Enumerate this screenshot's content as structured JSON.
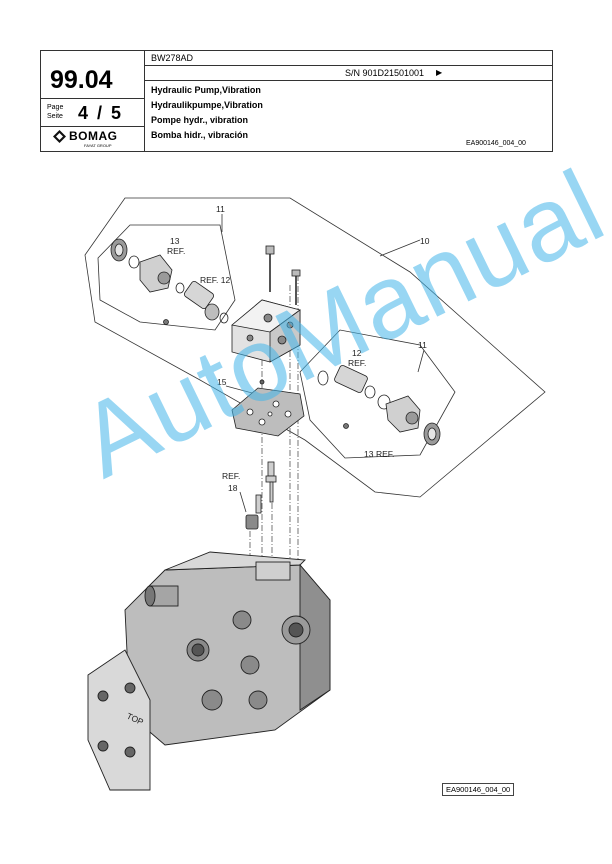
{
  "header": {
    "page_code": "99.04",
    "page_word_en": "Page",
    "page_word_de": "Seite",
    "page_current": "4",
    "page_separator": "/",
    "page_total": "5",
    "model": "BW278AD",
    "serial": "S/N 901D21501001",
    "serial_marker": "▶",
    "titles": [
      "Hydraulic Pump,Vibration",
      "Hydraulikpumpe,Vibration",
      "Pompe hydr., vibration",
      "Bomba hidr., vibración"
    ],
    "drawing_ref": "EA900146_004_00",
    "logo_text": "BOMAG",
    "logo_subtext": "FAYAT GROUP"
  },
  "diagram": {
    "callouts": {
      "c10": "10",
      "c11_left": "11",
      "c11_right": "11",
      "c13_top": "13",
      "c13_top_ref": "REF.",
      "c12_left": "REF. 12",
      "c12_right": "12",
      "c12_right_ref": "REF.",
      "c13_bottom": "13",
      "c13_bottom_ref": "REF.",
      "c15": "15",
      "c18_ref": "REF.",
      "c18": "18",
      "top_mark": "TOP"
    },
    "bottom_ref": "EA900146_004_00"
  },
  "watermark": "AutoManual",
  "colors": {
    "watermark": "#44b6ea",
    "line": "#333333"
  }
}
